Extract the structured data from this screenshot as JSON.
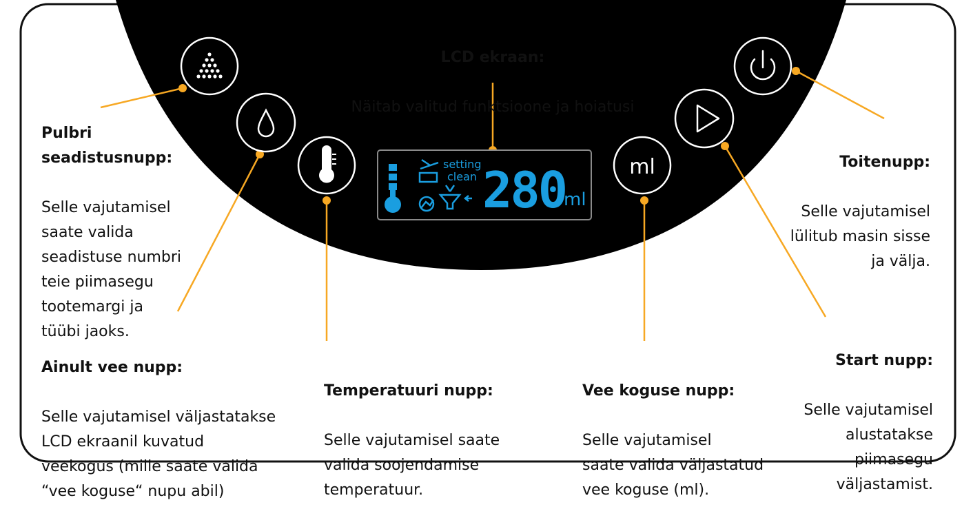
{
  "colors": {
    "panel": "#000000",
    "frame": "#111111",
    "leader": "#f7a823",
    "button_ring": "#ffffff",
    "lcd_blue": "#1a9ee0",
    "lcd_frame": "#8a8a8a"
  },
  "lcd": {
    "title": "LCD ekraan:",
    "desc": "Näitab valitud funktsioone ja hoiatusi",
    "display_value": "280",
    "display_unit": "ml",
    "label_setting": "setting",
    "label_clean": "clean"
  },
  "buttons": {
    "powder": {
      "icon": "powder-pyramid-icon"
    },
    "water": {
      "icon": "water-drop-icon"
    },
    "temperature": {
      "icon": "thermometer-icon"
    },
    "volume": {
      "icon": "ml-icon",
      "label": "ml"
    },
    "start": {
      "icon": "play-icon"
    },
    "power": {
      "icon": "power-icon"
    }
  },
  "labels": {
    "powder": {
      "title": "Pulbri\nseadistusnupp:",
      "desc": "Selle vajutamisel\nsaate valida\nseadistuse numbri\nteie piimasegu\ntootemargi ja\ntüübi jaoks."
    },
    "water_only": {
      "title": "Ainult vee nupp:",
      "desc": "Selle vajutamisel väljastatakse\nLCD ekraanil kuvatud\nveekogus (mille saate valida\n“vee koguse“ nupu abil)"
    },
    "temperature": {
      "title": "Temperatuuri nupp:",
      "desc": "Selle vajutamisel saate\nvalida soojendamise\ntemperatuur."
    },
    "volume": {
      "title": "Vee koguse nupp:",
      "desc": "Selle vajutamisel\nsaate valida väljastatud\nvee koguse (ml)."
    },
    "power": {
      "title": "Toitenupp:",
      "desc": "Selle vajutamisel\nlülitub masin sisse\nja välja."
    },
    "start": {
      "title": "Start nupp:",
      "desc": "Selle vajutamisel\nalustatakse\npiimasegu\nväljastamist."
    }
  }
}
